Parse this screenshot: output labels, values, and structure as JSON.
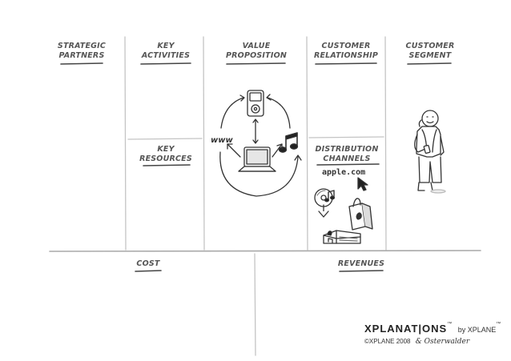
{
  "blocks": {
    "strategic_partners": {
      "line1": "STRATEGIC",
      "line2": "PARTNERS"
    },
    "key_activities": {
      "line1": "KEY",
      "line2": "ACTIVITIES"
    },
    "value_proposition": {
      "line1": "VALUE",
      "line2": "PROPOSITION"
    },
    "customer_relationship": {
      "line1": "CUSTOMER",
      "line2": "RELATIONSHIP"
    },
    "customer_segment": {
      "line1": "CUSTOMER",
      "line2": "SEGMENT"
    },
    "key_resources": {
      "line1": "KEY",
      "line2": "RESOURCES"
    },
    "distribution_channels": {
      "line1": "DISTRIBUTION",
      "line2": "CHANNELS"
    },
    "cost": {
      "line1": "COST"
    },
    "revenues": {
      "line1": "REVENUES"
    }
  },
  "sketch_text": {
    "website": "apple.com",
    "www": "www"
  },
  "credits": {
    "brand": "XPLANAT|ONS",
    "tm": "™",
    "by": "by XPLANE",
    "by_tm": "™",
    "copyright": "©XPLANE 2008",
    "signature": "& Osterwalder"
  },
  "icons": [
    "ipod-icon",
    "laptop-icon",
    "music-note-icon",
    "person-icon",
    "cd-download-icon",
    "shopping-bag-icon",
    "apple-store-icon",
    "mouse-cursor-icon"
  ],
  "colors": {
    "ink": "#333333",
    "grid": "#b8b8b8",
    "label": "#555555"
  }
}
